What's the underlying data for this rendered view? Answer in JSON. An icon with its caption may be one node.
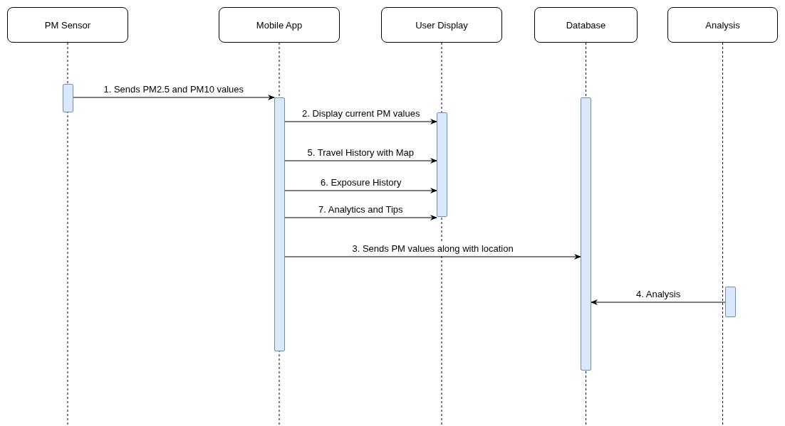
{
  "diagram": {
    "nodes": [
      {
        "text": [
          "PM Sensor"
        ]
      },
      {
        "text": [
          "Mobile App"
        ]
      },
      {
        "text": [
          "User Display"
        ]
      },
      {
        "text": [
          "Database"
        ]
      },
      {
        "text": [
          "Analysis"
        ]
      },
      {
        "text": [],
        "shape": "bar"
      },
      {
        "text": [],
        "shape": "bar"
      },
      {
        "text": [],
        "shape": "bar"
      },
      {
        "text": [],
        "shape": "bar"
      },
      {
        "text": [],
        "shape": "bar"
      }
    ],
    "edges": [
      {
        "from": 5,
        "to": 6,
        "arrow": "to",
        "label": "1. Sends PM2.5 and PM10 values"
      },
      {
        "from": 6,
        "to": 7,
        "arrow": "to",
        "label": "2. Display current PM values"
      },
      {
        "from": 6,
        "to": 7,
        "arrow": "to",
        "label": "5. Travel History with Map"
      },
      {
        "from": 6,
        "to": 7,
        "arrow": "to",
        "label": "6. Exposure History"
      },
      {
        "from": 6,
        "to": 7,
        "arrow": "to",
        "label": "7. Analytics and Tips"
      },
      {
        "from": 6,
        "to": 8,
        "arrow": "to",
        "label": "3. Sends PM values along with location"
      },
      {
        "from": 9,
        "to": 8,
        "arrow": "to",
        "label": "4. Analysis"
      }
    ]
  }
}
